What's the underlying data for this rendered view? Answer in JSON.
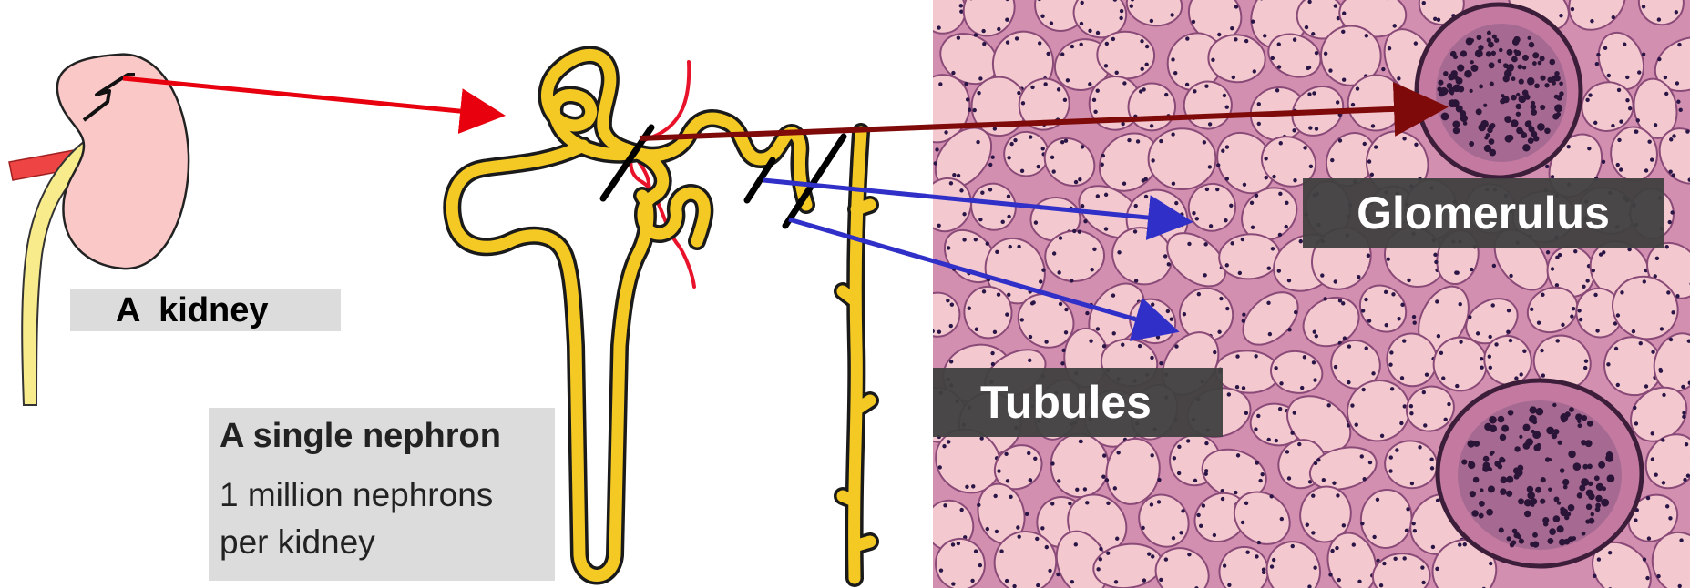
{
  "labels": {
    "kidney": "A  kidney",
    "nephron_title": "A single nephron",
    "nephron_sub_line1": "1 million nephrons",
    "nephron_sub_line2": "per kidney",
    "glomerulus": "Glomerulus",
    "tubules": "Tubules"
  },
  "colors": {
    "kidney_fill": "#fbc8c8",
    "ureter": "#f7eb8c",
    "renal_vessel": "#ee4444",
    "nephron_fill": "#f5c924",
    "capillary": "#e8122a",
    "arrow_red": "#e8000f",
    "arrow_dark_red": "#7f0a0a",
    "arrow_blue": "#3030c8",
    "tissue_background": "#d991b0",
    "tubule_cell": "#f3c9cf",
    "nucleus": "#2a1646"
  },
  "icons": [
    "kidney-illustration",
    "nephron-illustration",
    "histology-micrograph"
  ]
}
